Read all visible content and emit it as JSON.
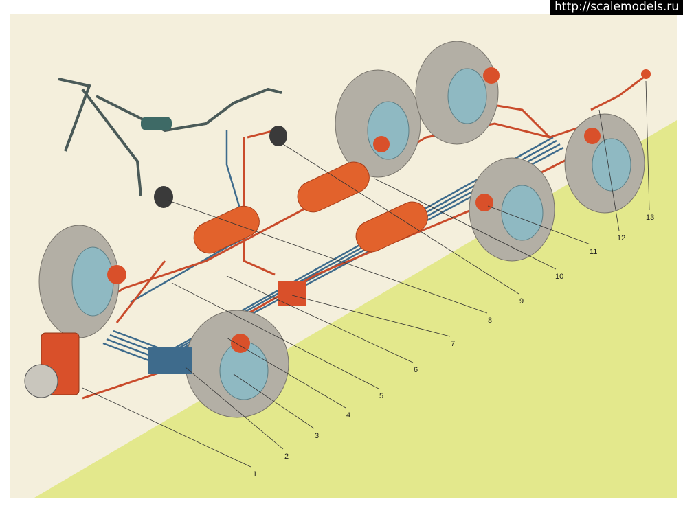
{
  "watermark": "http://scalemodels.ru",
  "labels": [
    "1",
    "2",
    "3",
    "4",
    "5",
    "6",
    "7",
    "8",
    "9",
    "10",
    "11",
    "12",
    "13"
  ],
  "colors": {
    "paper": "#f4efdc",
    "ground": "#e3e88c",
    "tire": "#b3afa5",
    "hub": "#8fb9c2",
    "tank": "#e2622c",
    "red_pipe": "#c94b2b",
    "blue_pipe": "#3e6b8c"
  }
}
